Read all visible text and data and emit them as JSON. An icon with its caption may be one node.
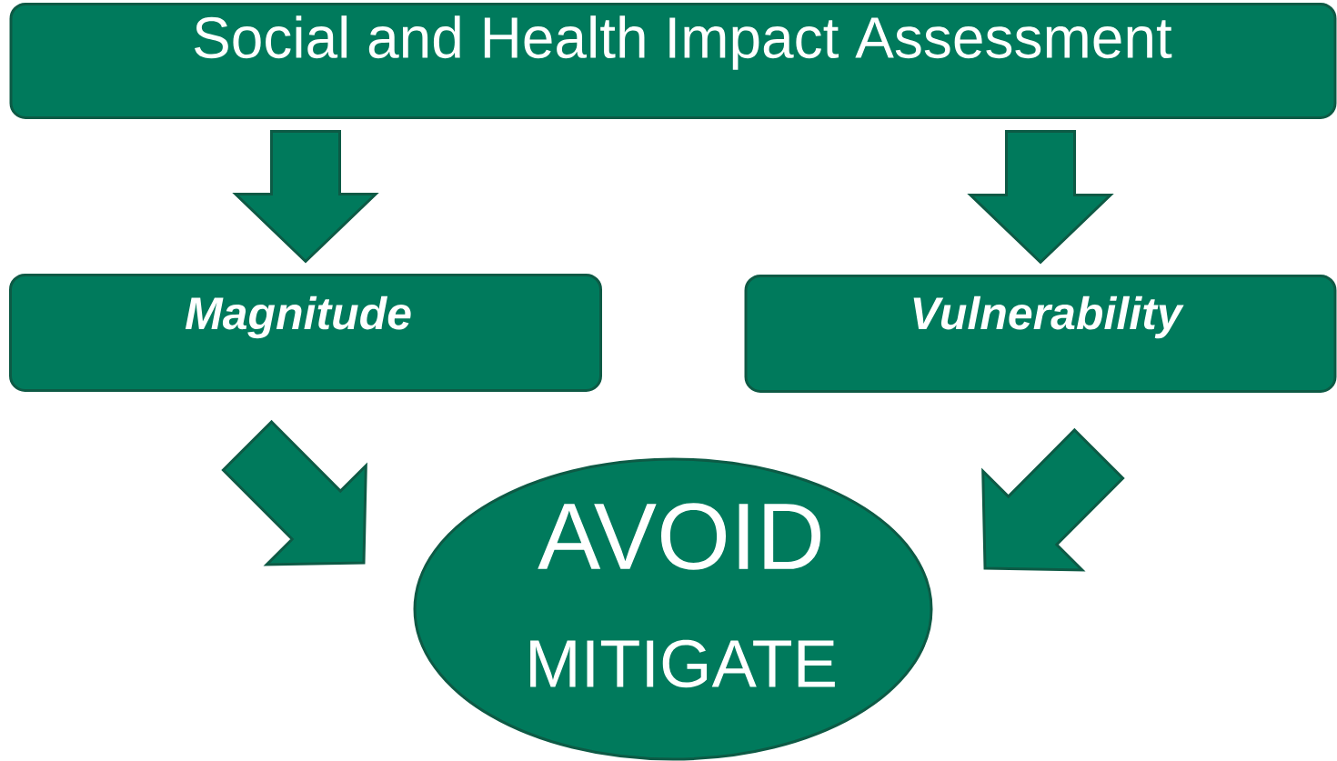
{
  "diagram": {
    "nodes": [
      {
        "text": [
          "Social and Health Impact Assessment"
        ]
      },
      {
        "text": [
          "Magnitude"
        ]
      },
      {
        "text": [
          "Vulnerability"
        ]
      },
      {
        "text": [
          "AVOID",
          "MITIGATE"
        ]
      }
    ],
    "edges": [
      {
        "from": 0,
        "to": 1,
        "arrow": "to"
      },
      {
        "from": 0,
        "to": 2,
        "arrow": "to"
      },
      {
        "from": 1,
        "to": 3,
        "arrow": "to"
      },
      {
        "from": 2,
        "to": 3,
        "arrow": "to"
      }
    ]
  }
}
